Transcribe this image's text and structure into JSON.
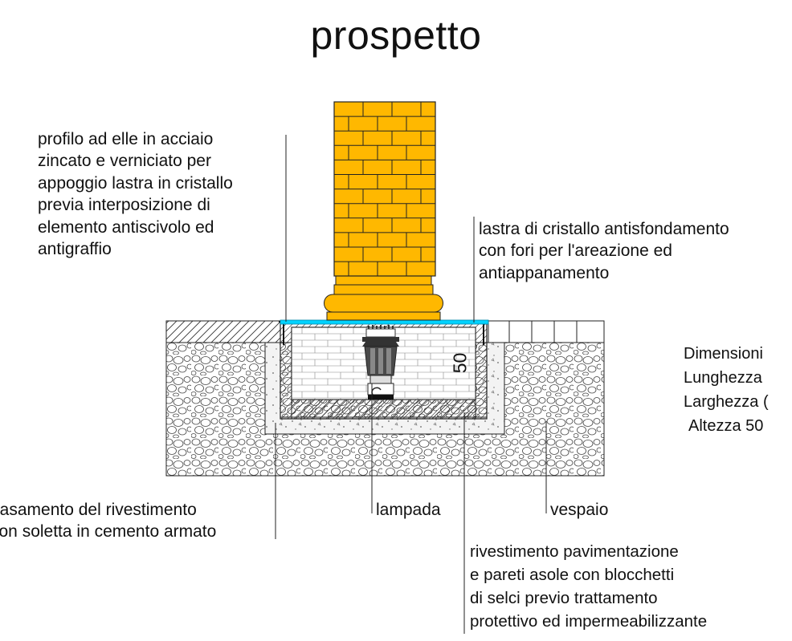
{
  "title": "prospetto",
  "labels": {
    "profilo": [
      "profilo ad elle in acciaio",
      "zincato e verniciato per",
      "appoggio lastra in cristallo",
      "previa interposizione di",
      "elemento antiscivolo ed",
      "antigraffio"
    ],
    "lastra": [
      "lastra di cristallo antisfondamento",
      "con fori per l'areazione ed",
      "antiappanamento"
    ],
    "dimensioni": [
      "Dimensioni",
      "Lunghezza",
      "Larghezza (",
      "Altezza 50"
    ],
    "basamento": [
      "basamento del rivestimento",
      "con soletta in cemento armato"
    ],
    "lampada": "lampada",
    "vespaio": "vespaio",
    "rivestimento": [
      "rivestimento pavimentazione",
      "e pareti asole con blocchetti",
      "di selci previo trattamento",
      "protettivo ed impermeabilizzante"
    ]
  },
  "dimension_value": "50",
  "colors": {
    "brick": "#FFB800",
    "glass": "#00D2FF",
    "lamp": "#4a4a4a",
    "line": "#222222"
  }
}
